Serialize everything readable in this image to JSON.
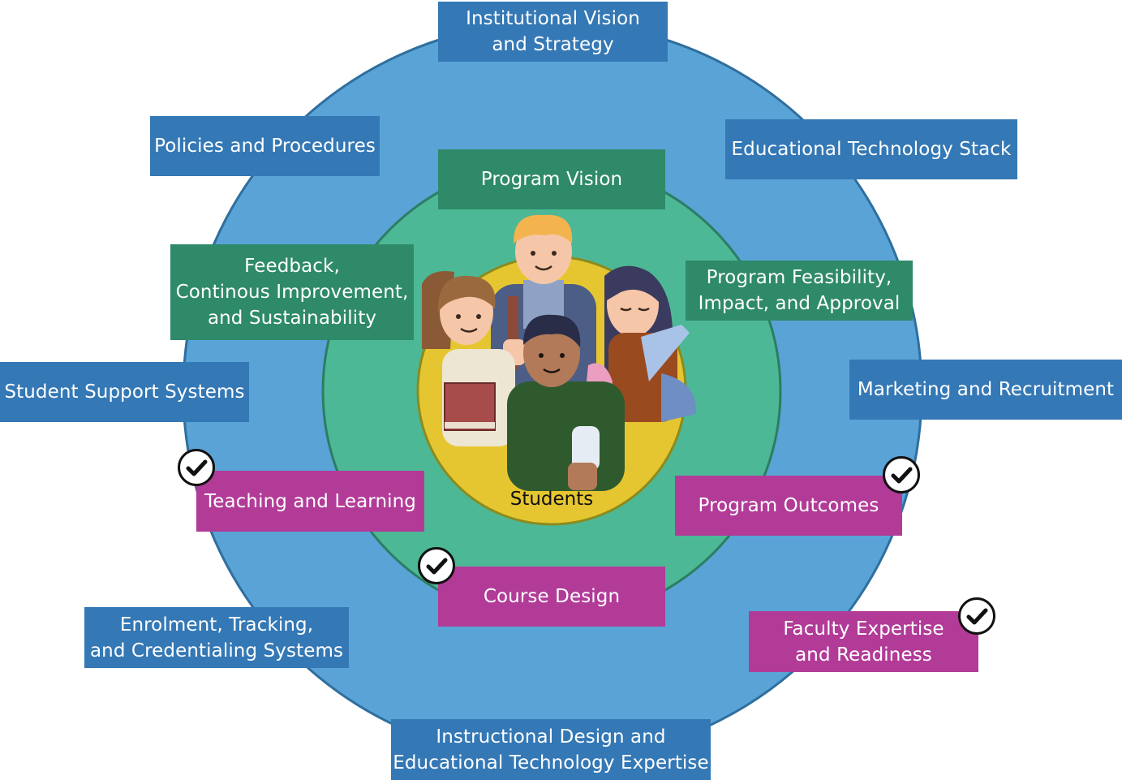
{
  "diagram": {
    "center_label": "Students",
    "outer_ring": {
      "color": "#5aa3d6",
      "items": [
        {
          "id": "institutional-vision",
          "label": "Institutional Vision\nand Strategy"
        },
        {
          "id": "policies-procedures",
          "label": "Policies and Procedures"
        },
        {
          "id": "edtech-stack",
          "label": "Educational Technology Stack"
        },
        {
          "id": "student-support",
          "label": "Student Support Systems"
        },
        {
          "id": "marketing-recruitment",
          "label": "Marketing and Recruitment"
        },
        {
          "id": "enrolment-tracking",
          "label": "Enrolment, Tracking,\nand Credentialing Systems"
        },
        {
          "id": "instructional-design",
          "label": "Instructional Design and\nEducational Technology Expertise"
        }
      ]
    },
    "middle_ring": {
      "color": "#4cb896",
      "items": [
        {
          "id": "program-vision",
          "label": "Program Vision"
        },
        {
          "id": "feedback",
          "label": "Feedback,\nContinous Improvement,\nand Sustainability"
        },
        {
          "id": "program-feasibility",
          "label": "Program Feasibility,\nImpact, and Approval"
        }
      ]
    },
    "highlighted": {
      "color": "#b23b98",
      "items": [
        {
          "id": "teaching-learning",
          "label": "Teaching and Learning",
          "checked": true
        },
        {
          "id": "program-outcomes",
          "label": "Program Outcomes",
          "checked": true
        },
        {
          "id": "course-design",
          "label": "Course Design",
          "checked": true
        },
        {
          "id": "faculty-expertise",
          "label": "Faculty Expertise\nand Readiness",
          "checked": true
        }
      ]
    },
    "colors": {
      "outer_box": "#3478b5",
      "middle_box": "#2e8a68",
      "inner_circle": "#e6c630"
    }
  }
}
